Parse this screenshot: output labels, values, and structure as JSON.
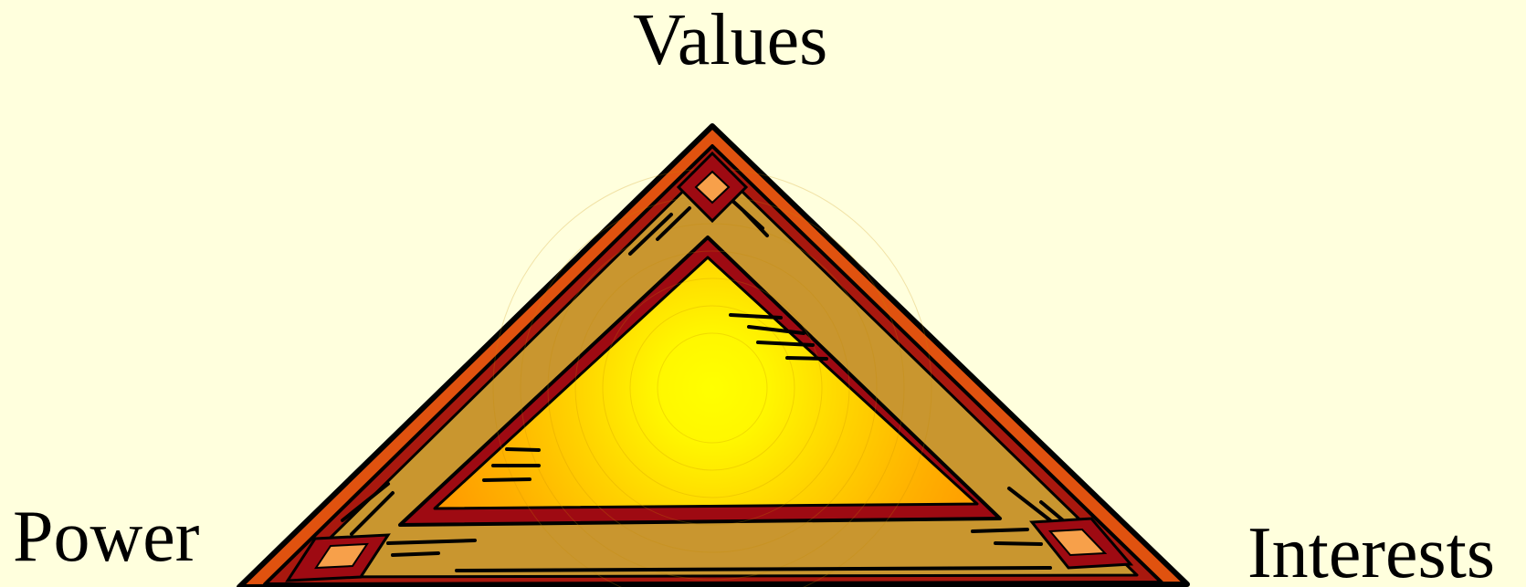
{
  "labels": {
    "top": "Values",
    "left": "Power",
    "right": "Interests"
  },
  "colors": {
    "background": "#FFFFDD",
    "outer_border": "#E0520F",
    "dark_red": "#9E0A12",
    "wood": "#C9962F",
    "center_highlight": "#FFFF00",
    "center_edge": "#FFA000",
    "corner_diamond": "#F7A04A"
  }
}
